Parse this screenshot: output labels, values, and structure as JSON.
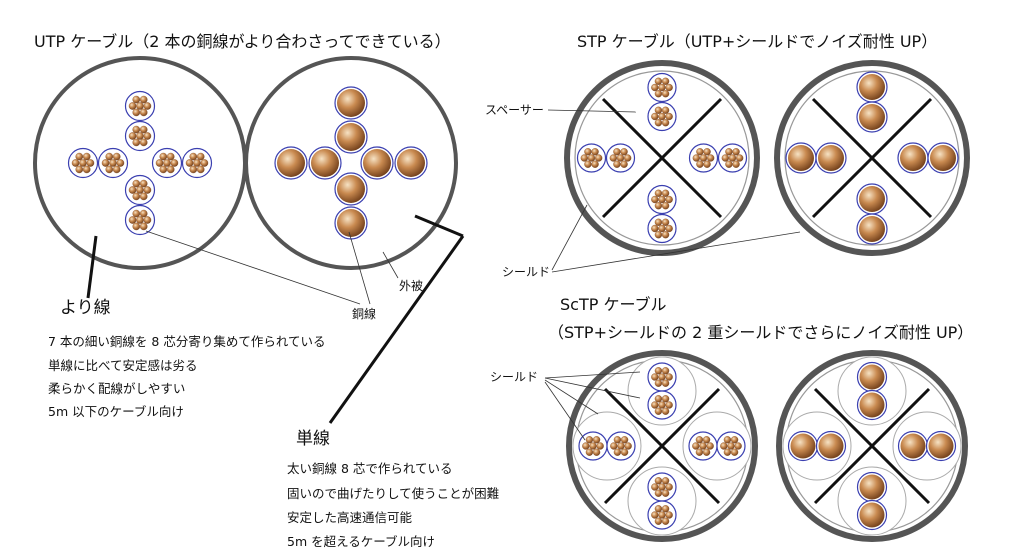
{
  "utp": {
    "title": "UTP ケーブル（2 本の銅線がより合わさってできている）",
    "stranded": {
      "heading": "より線",
      "lines": [
        "7 本の細い銅線を 8 芯分寄り集めて作られている",
        "単線に比べて安定感は劣る",
        "柔らかく配線がしやすい",
        "5m 以下のケーブル向け"
      ]
    },
    "solid": {
      "heading": "単線",
      "lines": [
        "太い銅線 8 芯で作られている",
        "固いので曲げたりして使うことが困難",
        "安定した高速通信可能",
        "5m を超えるケーブル向け"
      ]
    },
    "label_jacket": "外被",
    "label_copper": "銅線"
  },
  "stp": {
    "title": "STP ケーブル（UTP+シールドでノイズ耐性 UP）",
    "label_spacer": "スペーサー",
    "label_shield": "シールド"
  },
  "sctp": {
    "title": "ScTP ケーブル",
    "subtitle": "（STP+シールドの 2 重シールドでさらにノイズ耐性 UP）",
    "label_shield": "シールド"
  },
  "colors": {
    "copper_light": "#f3d9b5",
    "copper_mid": "#c9894f",
    "copper_dark": "#7a4520",
    "pair_ring": "#3a3fb0",
    "jacket": "#555555"
  }
}
